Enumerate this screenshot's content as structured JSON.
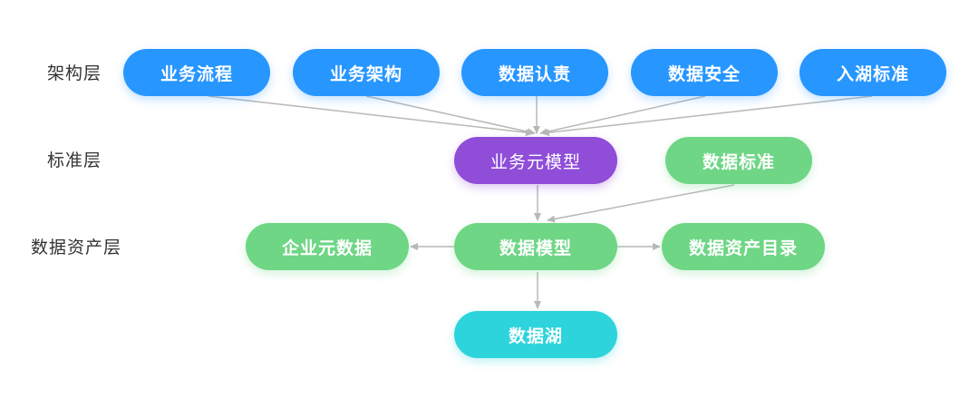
{
  "layers": {
    "architecture": "架构层",
    "standard": "标准层",
    "data_asset": "数据资产层"
  },
  "nodes": {
    "business_process": "业务流程",
    "business_architecture": "业务架构",
    "data_ownership": "数据认责",
    "data_security": "数据安全",
    "lake_ingestion_standard": "入湖标准",
    "business_metamodel": "业务元模型",
    "data_standard": "数据标准",
    "enterprise_metadata": "企业元数据",
    "data_model": "数据模型",
    "data_asset_catalog": "数据资产目录",
    "data_lake": "数据湖"
  },
  "colors": {
    "blue": "#2796ff",
    "purple": "#8f4dd8",
    "green": "#6ed685",
    "teal": "#2dd4dc",
    "arrow": "#b8b8b8",
    "label": "#333333"
  }
}
